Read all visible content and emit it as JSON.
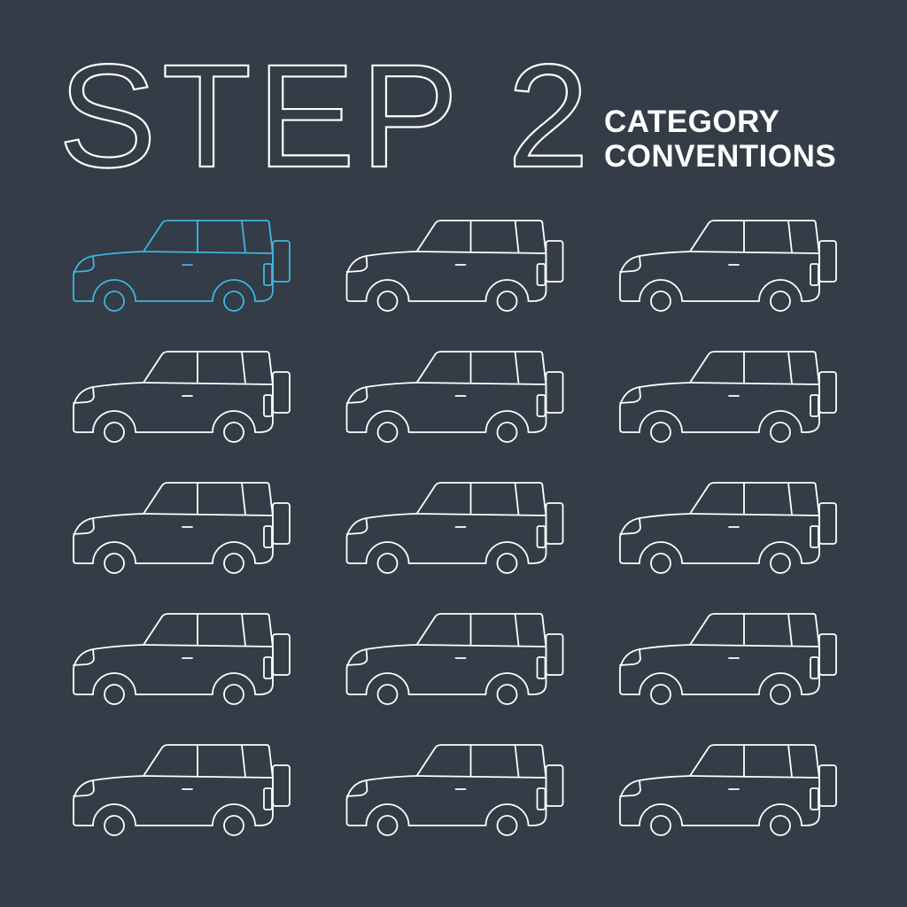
{
  "title": {
    "step": "STEP 2",
    "line1": "CATEGORY",
    "line2": "CONVENTIONS"
  },
  "grid": {
    "rows": 5,
    "columns": 3,
    "highlighted_index": 0
  },
  "icon": "suv-car-outline-icon",
  "colors": {
    "background": "#333c47",
    "outline": "#ffffff",
    "highlight": "#3fb6e0"
  }
}
